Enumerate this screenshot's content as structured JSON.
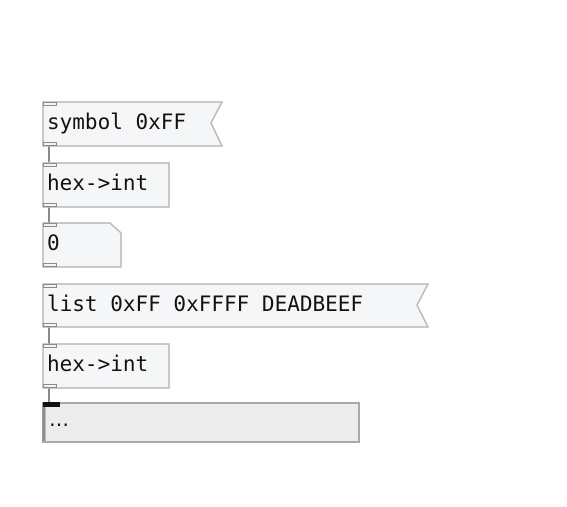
{
  "colors": {
    "box_fill": "#f5f6f8",
    "box_stroke": "#b5b8bc",
    "cord": "#8a8a8a",
    "list_box_fill": "#ececec",
    "list_box_stroke": "#a9a9a9",
    "text": "#111111"
  },
  "boxes": [
    {
      "id": "msg1",
      "kind": "message",
      "text": "symbol 0xFF"
    },
    {
      "id": "obj1",
      "kind": "object",
      "text": "hex->int"
    },
    {
      "id": "atom1",
      "kind": "number-atom",
      "text": "0"
    },
    {
      "id": "msg2",
      "kind": "message",
      "text": "list 0xFF 0xFFFF DEADBEEF"
    },
    {
      "id": "obj2",
      "kind": "object",
      "text": "hex->int"
    },
    {
      "id": "list1",
      "kind": "list-view",
      "text": "…"
    }
  ]
}
